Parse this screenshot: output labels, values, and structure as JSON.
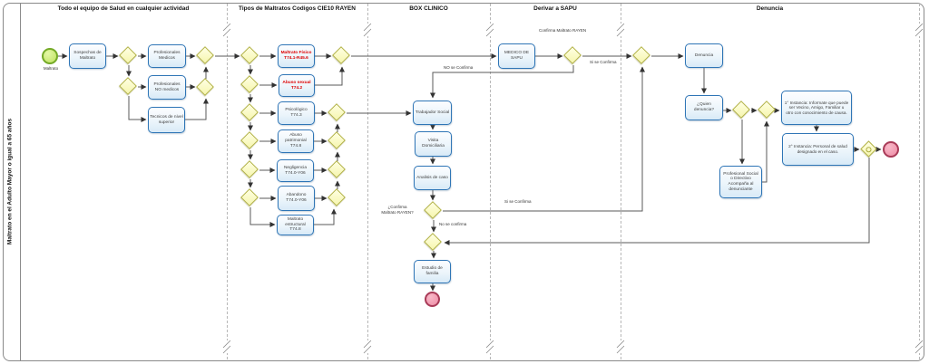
{
  "pool": {
    "title": "Maltrato en el Adulto Mayor o igual a 65 años"
  },
  "lanes": [
    {
      "title": "Todo el equipo de Salud en cualquier actividad"
    },
    {
      "title": "Tipos de Maltratos Codigos CIE10 RAYEN"
    },
    {
      "title": "BOX CLINICO"
    },
    {
      "title": "Derivar a SAPU"
    },
    {
      "title": "Denuncia"
    }
  ],
  "nodes": {
    "start": {
      "label": "Maltrato"
    },
    "sospechas": {
      "label": "Sospechas de\nMaltrato"
    },
    "prof_medicos": {
      "label": "Profesionales\nMedicos"
    },
    "prof_no_medicos": {
      "label": "Profesionales\nNO medicos"
    },
    "tecnicos": {
      "label": "Tecnicos de nivel\nsuperior"
    },
    "maltrato_fisico": {
      "label": "Maltrato Físico\nT74.1-R45.6"
    },
    "abuso_sexual": {
      "label": "Abuso sexual\nT74.2"
    },
    "psicologico": {
      "label": "Psicológico\nT74.3"
    },
    "abuso_patrimonial": {
      "label": "Abuso\npatrimonial\nT74.8"
    },
    "negligencia": {
      "label": "Negligencia\nT74.0-Y06"
    },
    "abandono": {
      "label": "Abandono\nT74.0-Y06"
    },
    "maltrato_estructural": {
      "label": "Maltrato\nestructural\nT74.8"
    },
    "trabajador_social": {
      "label": "Trabajador Social"
    },
    "visita_domiciliaria": {
      "label": "Visita\nDomiciliaria"
    },
    "analisis_caso": {
      "label": "Analisis de caso"
    },
    "estudio_familia": {
      "label": "Estudio de\nfamilia"
    },
    "medico_sapu": {
      "label": "MEDICO DE\nSAPU"
    },
    "denuncia": {
      "label": "Denuncia"
    },
    "quien_denuncia": {
      "label": "¿Quien\ndenuncia?"
    },
    "instancia1": {
      "label": "1° Instancia: Informate que puede\nser Vecino, Amigo, Familiar u\notro con conocimiento de causa."
    },
    "instancia2": {
      "label": "2° Instancia: Personal de salud\ndesignado en el caso."
    },
    "profesional_social": {
      "label": "Profesional Social\no Directivo\nAcompaña al\ndenunciante"
    }
  },
  "edge_labels": {
    "confirma_maltrato_rayen": "Confirma Maltrato RAYEN",
    "si_se_confirma_sapu": "Si se Confirma",
    "no_se_confirma_sapu": "NO se Confirma",
    "confirma_rayen_q": "¿Confirma\nMaltrato RAYEN?",
    "si_se_confirma_rayen": "Si se Confirma",
    "no_se_confirma_rayen": "No se confirma"
  },
  "colors": {
    "task_border": "#2e75b6",
    "task_fill": "#dcebf7",
    "gateway_fill": "#f9f9b5",
    "gateway_border": "#b2b244",
    "start_fill": "#c3e468",
    "start_border": "#74aa27",
    "end_fill": "#ee8ba5",
    "end_border": "#a93b58",
    "alert_text": "#dd0000",
    "connector": "#5a5a5a"
  }
}
